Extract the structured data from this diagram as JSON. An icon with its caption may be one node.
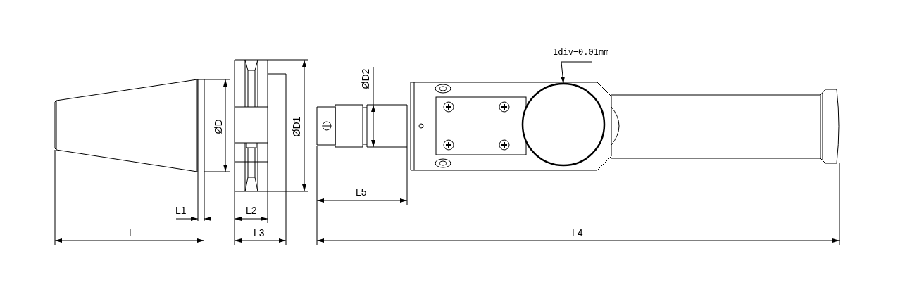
{
  "diagram": {
    "nodes": [
      {
        "text": [
          "1div=0.01mm"
        ]
      },
      {
        "text": [],
        "shape": "circle"
      }
    ],
    "edges": [
      {
        "from": 0,
        "to": 1,
        "arrow": "to"
      }
    ],
    "labels": [
      "ØD2",
      "ØD",
      "ØD1",
      "L5",
      "L1",
      "L2",
      "L",
      "L3",
      "L4"
    ]
  }
}
